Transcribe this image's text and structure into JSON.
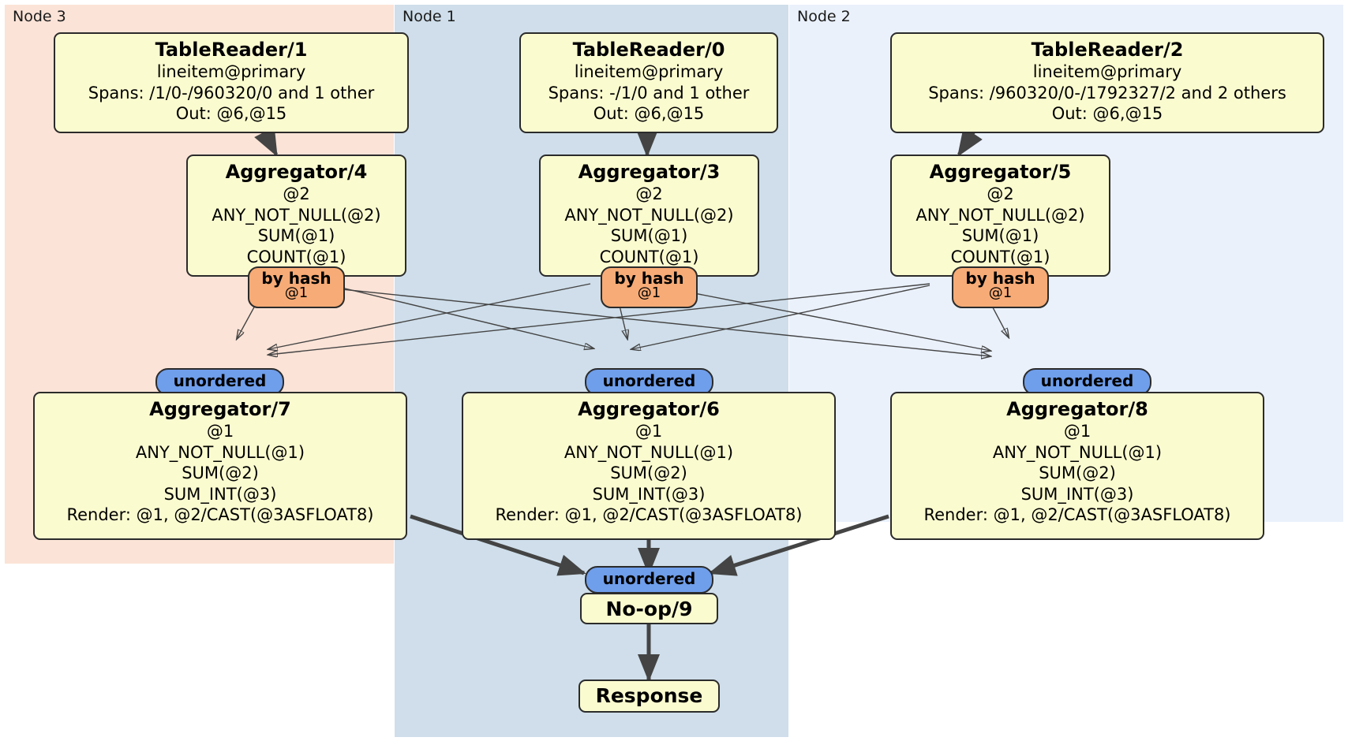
{
  "diagram": {
    "type": "distributed-query-plan",
    "title": "DistSQL physical plan",
    "colors": {
      "node3_panel": "#fbe3d7",
      "node1_panel": "#cfdeea",
      "node2_panel": "#eaf1fb",
      "processor_fill": "#fbfbd0",
      "processor_stroke": "#2b2b2b",
      "hash_badge": "#f7ab76",
      "unordered_badge": "#6f9eeb",
      "edge": "#444444"
    }
  },
  "nodes": [
    {
      "id": "node3",
      "label": "Node 3"
    },
    {
      "id": "node1",
      "label": "Node 1"
    },
    {
      "id": "node2",
      "label": "Node 2"
    }
  ],
  "processors": {
    "tablereader1": {
      "title": "TableReader/1",
      "lines": [
        "lineitem@primary",
        "Spans: /1/0-/960320/0 and 1 other",
        "Out: @6,@15"
      ]
    },
    "tablereader0": {
      "title": "TableReader/0",
      "lines": [
        "lineitem@primary",
        "Spans: -/1/0 and 1 other",
        "Out: @6,@15"
      ]
    },
    "tablereader2": {
      "title": "TableReader/2",
      "lines": [
        "lineitem@primary",
        "Spans: /960320/0-/1792327/2 and 2 others",
        "Out: @6,@15"
      ]
    },
    "aggregator4": {
      "title": "Aggregator/4",
      "lines": [
        "@2",
        "ANY_NOT_NULL(@2)",
        "SUM(@1)",
        "COUNT(@1)"
      ]
    },
    "aggregator3": {
      "title": "Aggregator/3",
      "lines": [
        "@2",
        "ANY_NOT_NULL(@2)",
        "SUM(@1)",
        "COUNT(@1)"
      ]
    },
    "aggregator5": {
      "title": "Aggregator/5",
      "lines": [
        "@2",
        "ANY_NOT_NULL(@2)",
        "SUM(@1)",
        "COUNT(@1)"
      ]
    },
    "aggregator7": {
      "title": "Aggregator/7",
      "lines": [
        "@1",
        "ANY_NOT_NULL(@1)",
        "SUM(@2)",
        "SUM_INT(@3)",
        "Render: @1, @2/CAST(@3ASFLOAT8)"
      ]
    },
    "aggregator6": {
      "title": "Aggregator/6",
      "lines": [
        "@1",
        "ANY_NOT_NULL(@1)",
        "SUM(@2)",
        "SUM_INT(@3)",
        "Render: @1, @2/CAST(@3ASFLOAT8)"
      ]
    },
    "aggregator8": {
      "title": "Aggregator/8",
      "lines": [
        "@1",
        "ANY_NOT_NULL(@1)",
        "SUM(@2)",
        "SUM_INT(@3)",
        "Render: @1, @2/CAST(@3ASFLOAT8)"
      ]
    },
    "noop9": {
      "title": "No-op/9",
      "lines": []
    },
    "response": {
      "title": "Response",
      "lines": []
    }
  },
  "badges": {
    "hash_left": {
      "kind": "by hash",
      "column": "@1"
    },
    "hash_center": {
      "kind": "by hash",
      "column": "@1"
    },
    "hash_right": {
      "kind": "by hash",
      "column": "@1"
    },
    "unordered_left": {
      "kind": "unordered"
    },
    "unordered_center": {
      "kind": "unordered"
    },
    "unordered_right": {
      "kind": "unordered"
    },
    "unordered_final": {
      "kind": "unordered"
    }
  }
}
